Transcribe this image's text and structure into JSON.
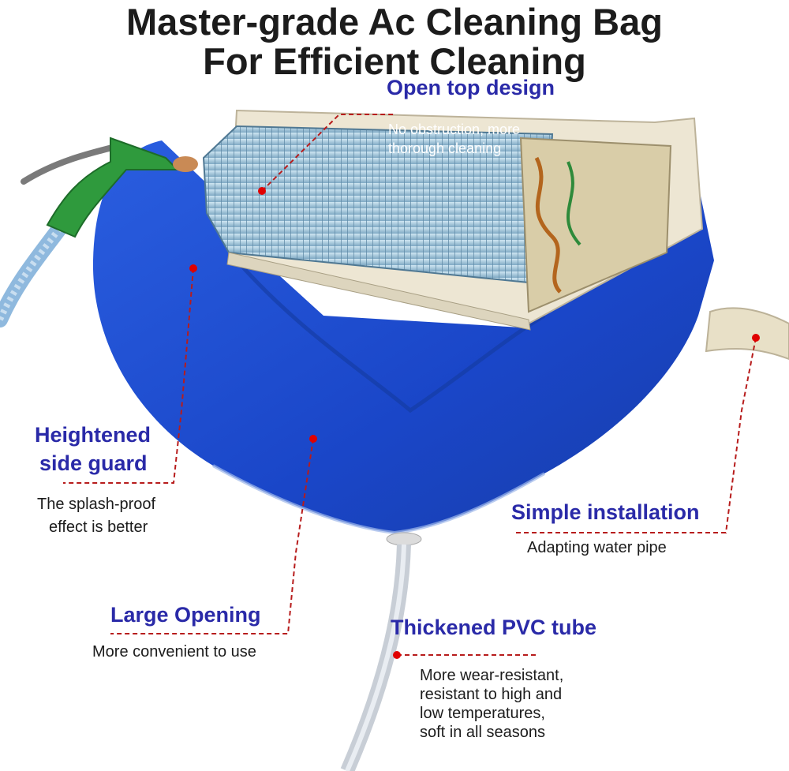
{
  "title": {
    "line1": "Master-grade Ac Cleaning Bag",
    "line2": "For Efficient Cleaning"
  },
  "callouts": {
    "open_top": {
      "heading": "Open top design",
      "desc_line1": "No obstruction, more",
      "desc_line2": "thorough cleaning"
    },
    "side_guard": {
      "heading_line1": "Heightened",
      "heading_line2": "side guard",
      "desc_line1": "The splash-proof",
      "desc_line2": "effect is better"
    },
    "simple_install": {
      "heading": "Simple installation",
      "desc": "Adapting water pipe"
    },
    "large_opening": {
      "heading": "Large Opening",
      "desc": "More convenient to use"
    },
    "pvc_tube": {
      "heading": "Thickened PVC tube",
      "desc_line1": "More wear-resistant,",
      "desc_line2": "resistant to high and",
      "desc_line3": "low temperatures,",
      "desc_line4": "soft in all seasons"
    }
  },
  "colors": {
    "heading": "#2a2aa8",
    "bag": "#1f4fd1",
    "leader": "#d40000"
  }
}
